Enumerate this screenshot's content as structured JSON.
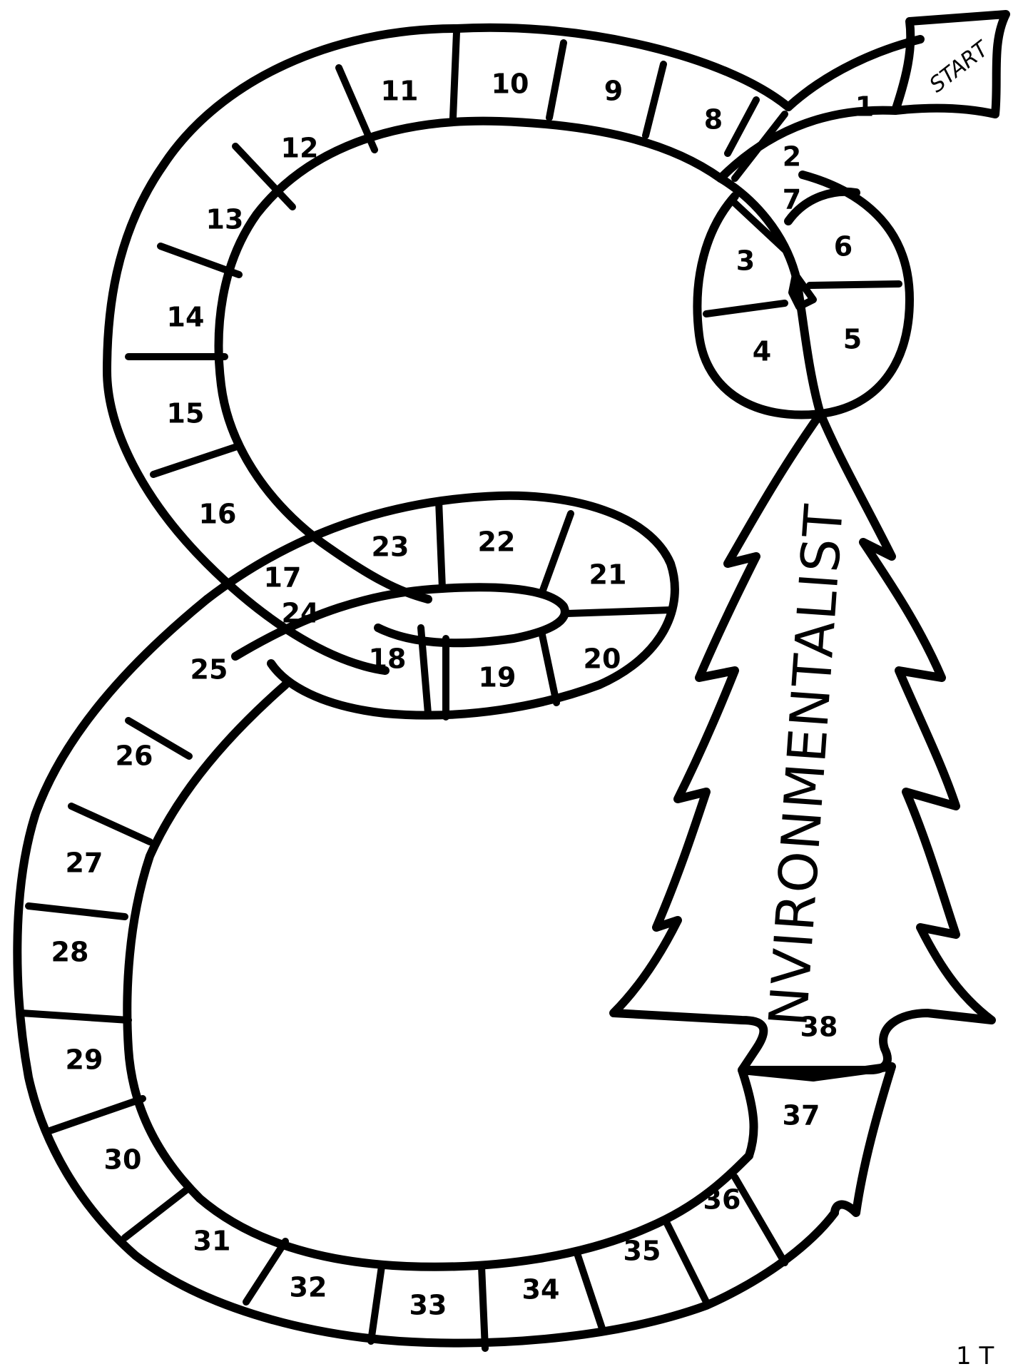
{
  "board": {
    "start_label": "START",
    "tree_word": "NVIRONMENTALIST",
    "finish_space": "38",
    "corner_mark": "1 T",
    "spaces": [
      {
        "n": "1"
      },
      {
        "n": "2"
      },
      {
        "n": "3"
      },
      {
        "n": "4"
      },
      {
        "n": "5"
      },
      {
        "n": "6"
      },
      {
        "n": "7"
      },
      {
        "n": "8"
      },
      {
        "n": "9"
      },
      {
        "n": "10"
      },
      {
        "n": "11"
      },
      {
        "n": "12"
      },
      {
        "n": "13"
      },
      {
        "n": "14"
      },
      {
        "n": "15"
      },
      {
        "n": "16"
      },
      {
        "n": "17"
      },
      {
        "n": "18"
      },
      {
        "n": "19"
      },
      {
        "n": "20"
      },
      {
        "n": "21"
      },
      {
        "n": "22"
      },
      {
        "n": "23"
      },
      {
        "n": "24"
      },
      {
        "n": "25"
      },
      {
        "n": "26"
      },
      {
        "n": "27"
      },
      {
        "n": "28"
      },
      {
        "n": "29"
      },
      {
        "n": "30"
      },
      {
        "n": "31"
      },
      {
        "n": "32"
      },
      {
        "n": "33"
      },
      {
        "n": "34"
      },
      {
        "n": "35"
      },
      {
        "n": "36"
      },
      {
        "n": "37"
      }
    ]
  }
}
